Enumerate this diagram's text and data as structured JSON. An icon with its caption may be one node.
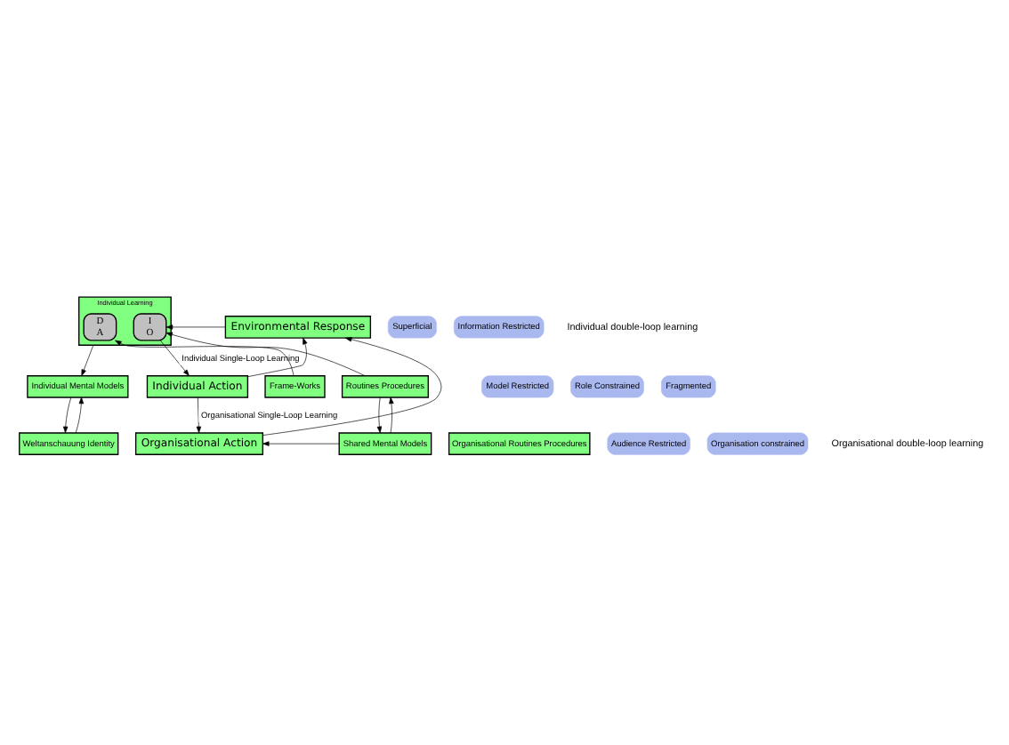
{
  "diagram": {
    "nodes": [
      {
        "text": [
          "Individual Learning"
        ]
      },
      {
        "text": [
          "D",
          "A"
        ],
        "in": 0
      },
      {
        "text": [
          "I",
          "O"
        ],
        "in": 0
      },
      {
        "text": [
          "Individual Mental Models"
        ]
      },
      {
        "text": [
          "Frame-Works"
        ]
      },
      {
        "text": [
          "Routines Procedures"
        ]
      },
      {
        "text": [
          "Environmental Response"
        ]
      },
      {
        "text": [
          "Individual Action"
        ]
      },
      {
        "text": [
          "Weltanschauung Identity"
        ]
      },
      {
        "text": [
          "Organisational Routines Procedures"
        ]
      },
      {
        "text": [
          "Shared Mental Models"
        ]
      },
      {
        "text": [
          "Organisational Action"
        ]
      },
      {
        "text": [
          "Superficial"
        ]
      },
      {
        "text": [
          "Information Restricted"
        ]
      },
      {
        "text": [
          "Model Restricted"
        ]
      },
      {
        "text": [
          "Role Constrained"
        ]
      },
      {
        "text": [
          "Fragmented"
        ]
      },
      {
        "text": [
          "Audience Restricted"
        ]
      },
      {
        "text": [
          "Organisation constrained"
        ]
      }
    ],
    "edges": [
      {
        "from": 0,
        "to": 3,
        "arrow": "to"
      },
      {
        "from": 4,
        "to": 1,
        "arrow": "to"
      },
      {
        "from": 5,
        "to": 2,
        "arrow": "to"
      },
      {
        "from": 6,
        "to": 2,
        "arrow": "to"
      },
      {
        "from": 2,
        "to": 7,
        "arrow": "to",
        "label": "Individual Single-Loop Learning"
      },
      {
        "from": 7,
        "to": 6,
        "arrow": "to"
      },
      {
        "from": 7,
        "to": 11,
        "arrow": "to",
        "label": "Organisational Single-Loop Learning"
      },
      {
        "from": 11,
        "to": 6,
        "arrow": "to"
      },
      {
        "from": 3,
        "to": 8,
        "arrow": "to"
      },
      {
        "from": 8,
        "to": 3,
        "arrow": "to"
      },
      {
        "from": 5,
        "to": 10,
        "arrow": "to"
      },
      {
        "from": 10,
        "to": 5,
        "arrow": "to"
      },
      {
        "from": 10,
        "to": 11,
        "arrow": "to"
      }
    ],
    "labels": [
      "Individual double-loop learning",
      "Organisational double-loop learning"
    ]
  }
}
